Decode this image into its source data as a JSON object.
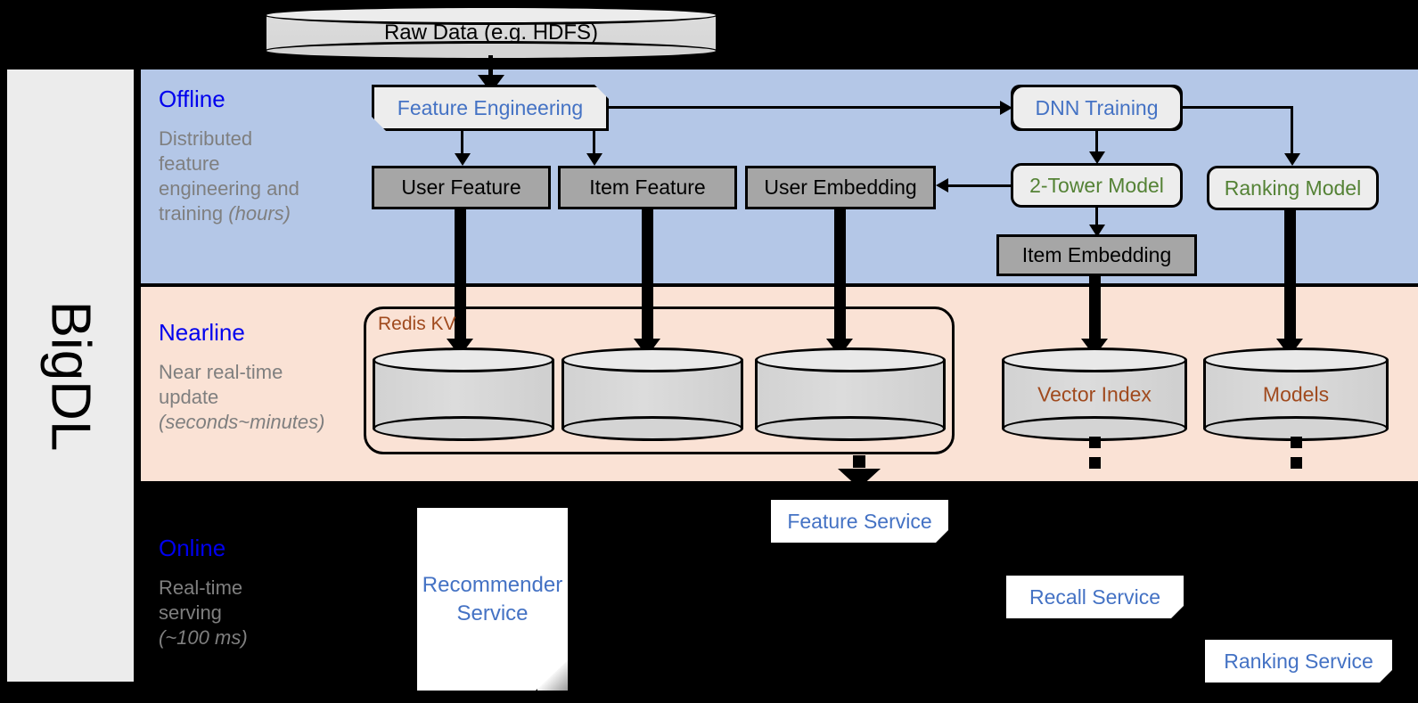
{
  "framework": {
    "name": "BigDL"
  },
  "source": {
    "label": "Raw Data (e.g. HDFS)"
  },
  "bands": {
    "offline": {
      "title": "Offline",
      "subtitle_line1": "Distributed",
      "subtitle_line2": "feature",
      "subtitle_line3": "engineering and",
      "subtitle_line4": "training ",
      "subtitle_emphasis": "(hours)",
      "bg_color": "#b4c7e7"
    },
    "nearline": {
      "title": "Nearline",
      "subtitle_line1": "Near real-time",
      "subtitle_line2": "update",
      "subtitle_emphasis": "(seconds~minutes)",
      "bg_color": "#fae2d5"
    },
    "online": {
      "title": "Online",
      "subtitle_line1": "Real-time",
      "subtitle_line2": "serving",
      "subtitle_emphasis": "(~100 ms)",
      "bg_color": "#000000"
    }
  },
  "offline_nodes": {
    "feature_engineering": {
      "label": "Feature Engineering",
      "text_color": "#4472c4"
    },
    "dnn_training": {
      "label": "DNN Training",
      "text_color": "#4472c4"
    },
    "user_feature": {
      "label": "User Feature",
      "text_color": "#000000"
    },
    "item_feature": {
      "label": "Item Feature",
      "text_color": "#000000"
    },
    "user_embedding": {
      "label": "User Embedding",
      "text_color": "#000000"
    },
    "two_tower_model": {
      "label": "2-Tower Model",
      "text_color": "#548235"
    },
    "ranking_model": {
      "label": "Ranking Model",
      "text_color": "#548235"
    },
    "item_embedding": {
      "label": "Item Embedding",
      "text_color": "#000000"
    }
  },
  "nearline_nodes": {
    "redis_group": {
      "label": "Redis KV",
      "text_color": "#a04a1e"
    },
    "store_user_feature": {
      "label": ""
    },
    "store_item_feature": {
      "label": ""
    },
    "store_user_embedding": {
      "label": ""
    },
    "vector_index": {
      "label": "Vector Index",
      "text_color": "#a04a1e"
    },
    "models": {
      "label": "Models",
      "text_color": "#a04a1e"
    }
  },
  "online_nodes": {
    "recommender_service": {
      "label_line1": "Recommender",
      "label_line2": "Service",
      "text_color": "#4472c4"
    },
    "feature_service": {
      "label": "Feature Service",
      "text_color": "#4472c4"
    },
    "recall_service": {
      "label": "Recall Service",
      "text_color": "#4472c4"
    },
    "ranking_service": {
      "label": "Ranking Service",
      "text_color": "#4472c4"
    }
  }
}
